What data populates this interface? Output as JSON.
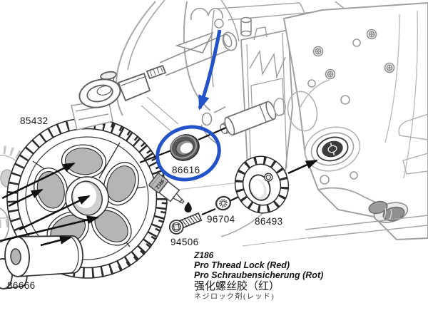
{
  "diagram_type": "exploded-parts-diagram",
  "colors": {
    "accent_blue": "#2353c8",
    "ink": "#1a1a1a",
    "line_light": "#a3a3a3",
    "pad_gray": "#b5b5b5"
  },
  "labels": {
    "spur_gear": "85432",
    "bearing": "86616",
    "damper_pads": "86666",
    "screw": "94506",
    "spline_washer": "96704",
    "pinion_gear": "86493",
    "bottle_print": "Z186"
  },
  "note": {
    "code": "Z186",
    "en": "Pro Thread Lock (Red)",
    "de": "Pro Schraubensicherung (Rot)",
    "zh": "强化螺丝胶（红）",
    "ja": "ネジロック剤(レッド)"
  }
}
